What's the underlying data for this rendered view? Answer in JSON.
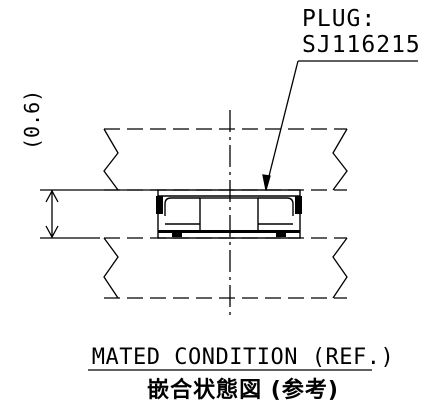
{
  "callout": {
    "title": "PLUG:",
    "part": "SJ116215"
  },
  "dimension": {
    "label": "(0.6)"
  },
  "caption": {
    "english": "MATED CONDITION (REF.)",
    "japanese": "嵌合状態図 (参考)"
  },
  "colors": {
    "line": "#000000",
    "background": "#ffffff"
  }
}
